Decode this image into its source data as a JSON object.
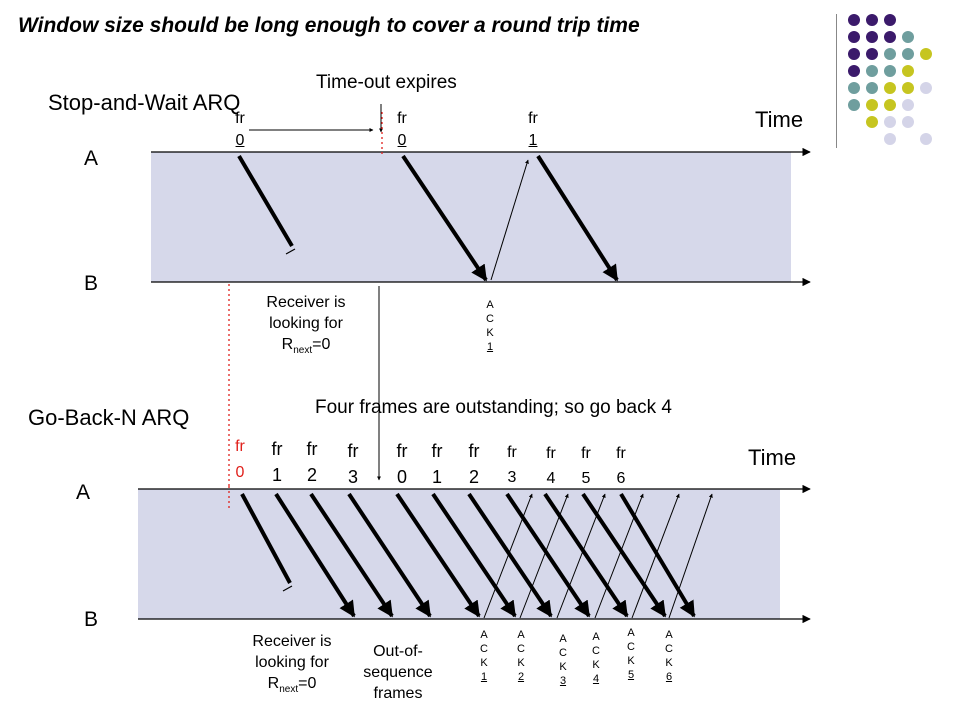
{
  "title": "Window size should be long enough to cover a round trip time",
  "colors": {
    "purple": "#3b1a6b",
    "teal": "#6f9e9e",
    "lime": "#c6c520",
    "lavender": "#d4d4e8",
    "band": "#d6d8ea",
    "red": "#e0201b"
  },
  "stop_and_wait": {
    "label": "Stop-and-Wait ARQ",
    "timeout": "Time-out expires",
    "time": "Time",
    "node_a": "A",
    "node_b": "B",
    "frames": [
      {
        "top": "fr",
        "num": "0"
      },
      {
        "top": "fr",
        "num": "0"
      },
      {
        "top": "fr",
        "num": "1"
      }
    ],
    "ack": [
      "A",
      "C",
      "K",
      "1"
    ],
    "receiver_note": {
      "line1": "Receiver is",
      "line2": "looking for",
      "r": "R",
      "sub": "next",
      "eq": "=0"
    }
  },
  "go_back_n": {
    "label": "Go-Back-N ARQ",
    "outstanding": "Four frames are outstanding; so go back 4",
    "time": "Time",
    "node_a": "A",
    "node_b": "B",
    "frames": [
      {
        "top": "fr",
        "num": "0"
      },
      {
        "top": "fr",
        "num": "1"
      },
      {
        "top": "fr",
        "num": "2"
      },
      {
        "top": "fr",
        "num": "3"
      },
      {
        "top": "fr",
        "num": "0"
      },
      {
        "top": "fr",
        "num": "1"
      },
      {
        "top": "fr",
        "num": "2"
      },
      {
        "top": "fr",
        "num": "3"
      },
      {
        "top": "fr",
        "num": "4"
      },
      {
        "top": "fr",
        "num": "5"
      },
      {
        "top": "fr",
        "num": "6"
      }
    ],
    "acks": [
      [
        "A",
        "C",
        "K",
        "1"
      ],
      [
        "A",
        "C",
        "K",
        "2"
      ],
      [
        "A",
        "C",
        "K",
        "3"
      ],
      [
        "A",
        "C",
        "K",
        "4"
      ],
      [
        "A",
        "C",
        "K",
        "5"
      ],
      [
        "A",
        "C",
        "K",
        "6"
      ]
    ],
    "receiver_note": {
      "line1": "Receiver is",
      "line2": "looking for",
      "r": "R",
      "sub": "next",
      "eq": "=0"
    },
    "out_of_seq": {
      "line1": "Out-of-",
      "line2": "sequence",
      "line3": "frames"
    }
  }
}
